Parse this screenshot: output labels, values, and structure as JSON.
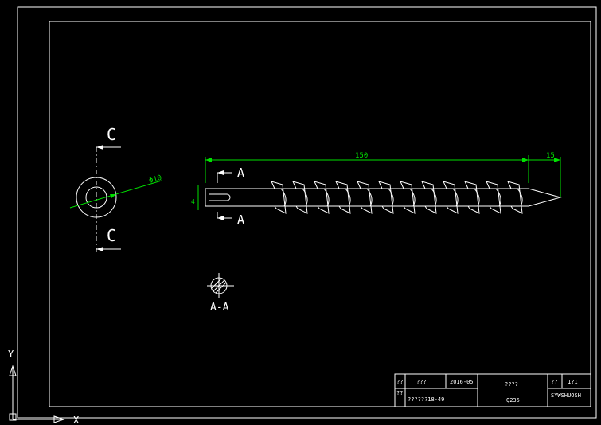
{
  "drawing": {
    "section_marks": {
      "circle_view": "C",
      "shaft_view": "A"
    },
    "section_caption": "A-A",
    "dimensions": {
      "overall_length": "150",
      "tip_length": "15",
      "diameter": "Φ10",
      "slot_width": "4"
    }
  },
  "title_block": {
    "r1c1": "??",
    "r1c2": "???",
    "date": "2016-05",
    "part_name": "????",
    "sheet_label": "??",
    "sheet_value": "1?1",
    "r2c1": "??",
    "drawing_no": "??????18-49",
    "material": "Q235",
    "company": "SYWSHUOSH"
  },
  "ucs": {
    "x_label": "X",
    "y_label": "Y"
  },
  "colors": {
    "background": "#000000",
    "geometry": "#ffffff",
    "dimension": "#00e000"
  }
}
